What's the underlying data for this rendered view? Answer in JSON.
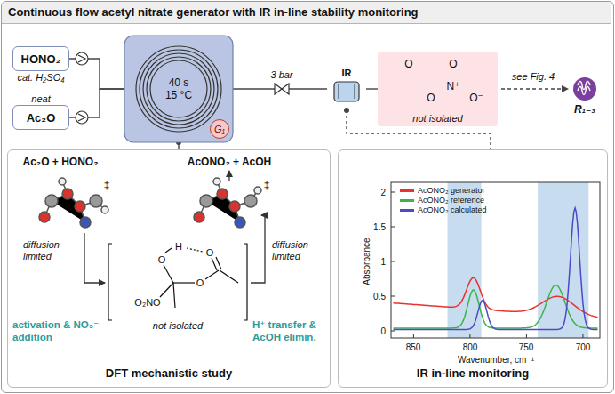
{
  "diagram": {
    "title": "Continuous flow acetyl nitrate generator with IR in-line stability monitoring",
    "nodes": [
      {
        "text": [
          "HONO₂",
          "cat. H₂SO₄"
        ]
      },
      {
        "text": [
          "Ac₂O",
          "neat"
        ]
      },
      {
        "text": [
          "40 s 15 °C",
          "G₁"
        ]
      },
      {
        "text": [
          "IR"
        ]
      },
      {
        "text": [
          "not isolated"
        ]
      },
      {
        "text": [
          "R₁₋₃"
        ]
      },
      {
        "text": [
          "DFT mechanistic study"
        ]
      },
      {
        "text": [
          "IR in-line monitoring"
        ]
      }
    ],
    "edges": [
      {
        "from": 0,
        "to": 2,
        "arrow": "none"
      },
      {
        "from": 1,
        "to": 2,
        "arrow": "none"
      },
      {
        "from": 2,
        "to": 3,
        "label": "3 bar",
        "arrow": "none"
      },
      {
        "from": 3,
        "to": 4,
        "arrow": "none"
      },
      {
        "from": 4,
        "to": 5,
        "label": "see Fig. 4",
        "arrow": "to"
      },
      {
        "from": 2,
        "to": 6,
        "arrow": "none"
      },
      {
        "from": 3,
        "to": 7,
        "arrow": "none"
      }
    ],
    "labels": [
      "O",
      "O",
      "N⁺",
      "O",
      "O⁻",
      "Ac₂O + HONO₂",
      "AcONO₂ + AcOH",
      "‡",
      "‡",
      "diffusion limited",
      "diffusion limited",
      "activation & NO₃⁻ addition",
      "H⁺ transfer & AcOH elimin.",
      "O",
      "H",
      "O",
      "O",
      "O₂NO",
      "not isolated",
      "2",
      "1.5",
      "1",
      "0.5",
      "0",
      "850",
      "800",
      "750",
      "700",
      "Absorbance",
      "Wavenumber, cm⁻¹"
    ],
    "legend": [
      {
        "text": "AcONO₂ generator",
        "color": "#e8322e"
      },
      {
        "text": "AcONO₂ reference",
        "color": "#3cb44b"
      },
      {
        "text": "AcONO₂ calculated",
        "color": "#4b4bc8"
      }
    ]
  }
}
